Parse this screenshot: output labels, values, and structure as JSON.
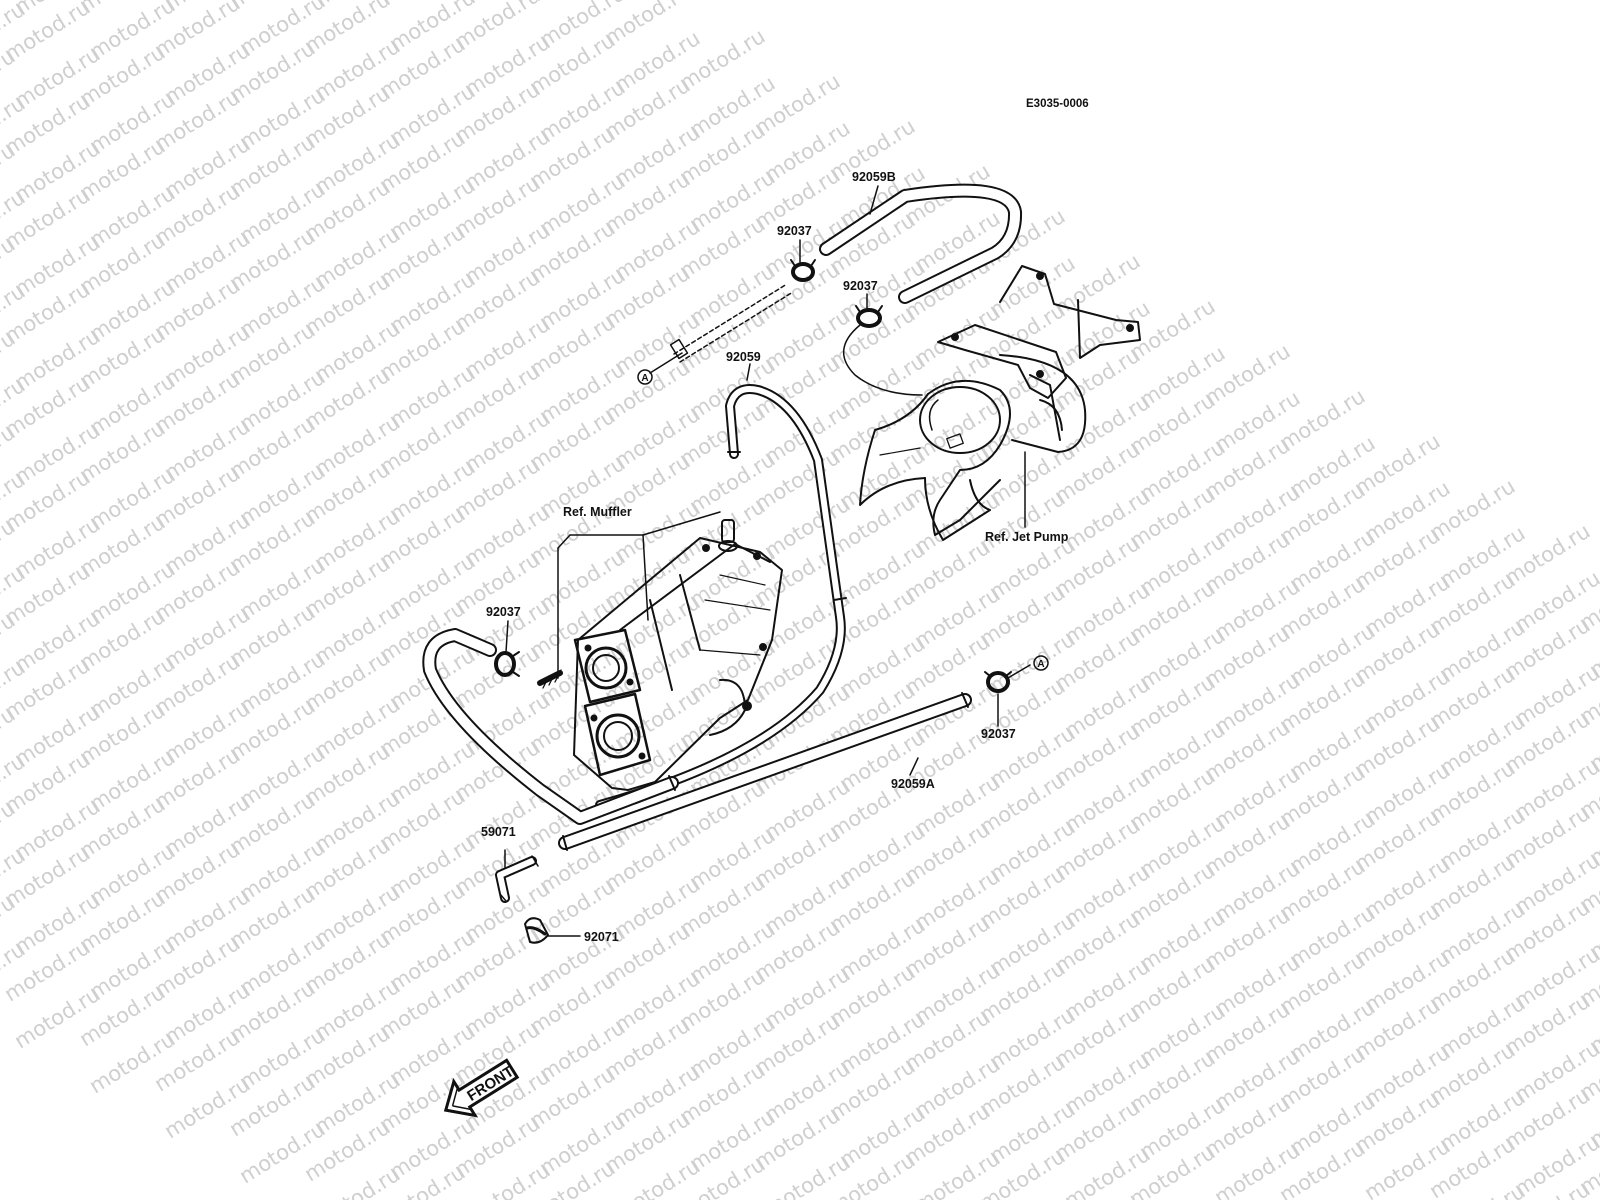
{
  "watermark": "motod.ru",
  "diagram_code": "E3035-0006",
  "labels": {
    "hose_b": "92059B",
    "clamp_top": "92037",
    "clamp_mid": "92037",
    "hose_main": "92059",
    "ref_muffler": "Ref. Muffler",
    "ref_jet_pump": "Ref. Jet Pump",
    "clamp_left": "92037",
    "clamp_right": "92037",
    "hose_a": "92059A",
    "fitting": "59071",
    "cap": "92071",
    "marker_a": "A",
    "front": "FRONT"
  }
}
